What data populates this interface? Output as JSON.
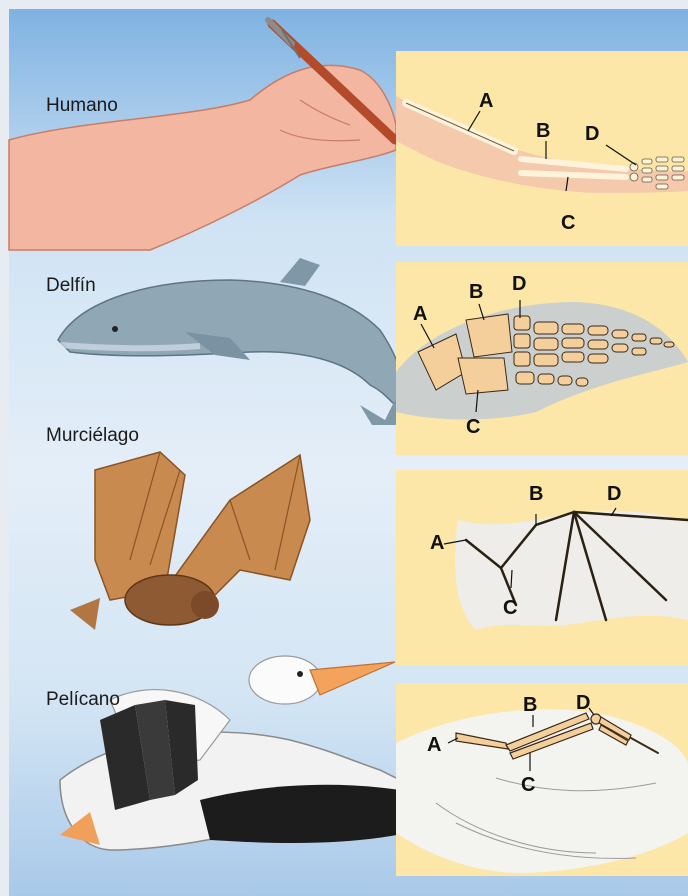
{
  "animals": {
    "human": {
      "name": "Humano"
    },
    "dolphin": {
      "name": "Delfín"
    },
    "bat": {
      "name": "Murciélago"
    },
    "pelican": {
      "name": "Pelícano"
    }
  },
  "bone_labels": {
    "a": "A",
    "b": "B",
    "c": "C",
    "d": "D"
  },
  "colors": {
    "panel": "#fce7a8",
    "bone": "#f4cf9c",
    "skin_human": "#f0b7a4",
    "dolphin": "#8ea4b3",
    "bat": "#c9864a",
    "pelican_beak": "#f3a35c"
  }
}
